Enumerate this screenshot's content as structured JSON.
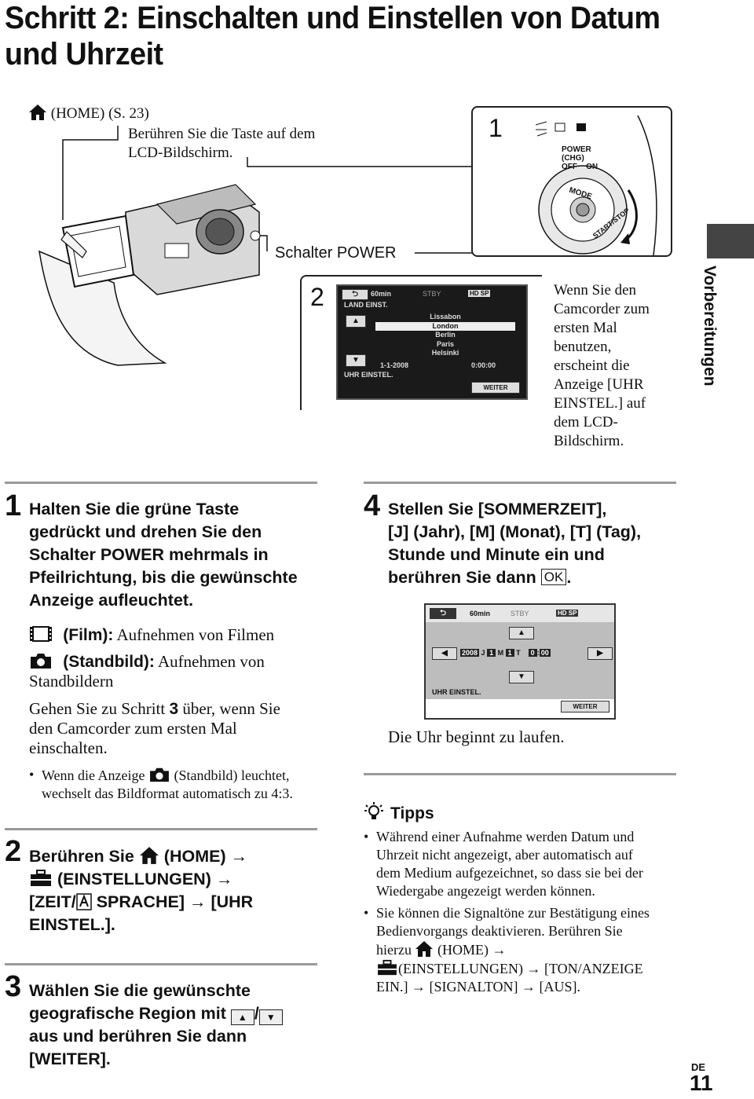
{
  "page": {
    "title_line1": "Schritt 2: Einschalten und Einstellen von Datum",
    "title_line2": "und Uhrzeit",
    "side_tab": "Vorbereitungen",
    "footer_lang": "DE",
    "footer_page": "11"
  },
  "illustration": {
    "home_ref": "(HOME) (S. 23)",
    "touch_hint_line1": "Berühren Sie die Taste auf dem",
    "touch_hint_line2": "LCD-Bildschirm.",
    "callout1_number": "1",
    "power_label": "POWER",
    "chg_label": "(CHG)",
    "off_label": "OFF",
    "on_label": "ON",
    "mode_label": "MODE",
    "start_stop_label": "START/STOP",
    "switch_caption": "Schalter POWER",
    "callout2_number": "2",
    "lcd1": {
      "time_remaining": "60min",
      "status": "STBY",
      "quality_badge": "HD SP",
      "header": "LAND EINST.",
      "cities": [
        "Lissabon",
        "London",
        "Berlin",
        "Paris",
        "Helsinki"
      ],
      "date": "1-1-2008",
      "time": "0:00:00",
      "footer_label": "UHR EINSTEL.",
      "next_button": "WEITER"
    },
    "first_use_text": [
      "Wenn Sie den",
      "Camcorder zum",
      "ersten Mal",
      "benutzen,",
      "erscheint die",
      "Anzeige [UHR",
      "EINSTEL.] auf",
      "dem LCD-",
      "Bildschirm."
    ]
  },
  "steps": {
    "step1": {
      "number": "1",
      "lines": [
        "Halten Sie die grüne Taste",
        "gedrückt und drehen Sie den",
        "Schalter POWER mehrmals in",
        "Pfeilrichtung, bis die gewünschte",
        "Anzeige aufleuchtet."
      ],
      "film_label": "(Film):",
      "film_desc": "Aufnehmen von Filmen",
      "photo_label": "(Standbild):",
      "photo_desc": "Aufnehmen von",
      "photo_desc2": "Standbildern",
      "goto_pre": "Gehen Sie zu Schritt ",
      "goto_num": "3",
      "goto_post": " über, wenn Sie",
      "goto_line2": "den Camcorder zum ersten Mal",
      "goto_line3": "einschalten.",
      "bullet_pre": "Wenn die Anzeige",
      "bullet_post": "(Standbild) leuchtet,",
      "bullet_line2": "wechselt das Bildformat automatisch zu 4:3."
    },
    "step2": {
      "number": "2",
      "l1_pre": "Berühren Sie",
      "l1_post": "(HOME)",
      "l2": "(EINSTELLUNGEN)",
      "l3_pre": "[ZEIT/",
      "l3_post": " SPRACHE]",
      "l3_tail": "[UHR",
      "l4": "EINSTEL.]."
    },
    "step3": {
      "number": "3",
      "lines": [
        "Wählen Sie die gewünschte",
        "geografische Region mit",
        "aus und berühren Sie dann",
        "[WEITER]."
      ],
      "slash": "/"
    },
    "step4": {
      "number": "4",
      "lines": [
        "Stellen Sie [SOMMERZEIT],",
        "[J] (Jahr), [M] (Monat), [T] (Tag),",
        "Stunde und Minute ein und"
      ],
      "l4_pre": "berühren Sie dann",
      "ok": "OK",
      "l4_post": "."
    }
  },
  "lcd2": {
    "time_remaining": "60min",
    "status": "STBY",
    "quality_badge": "HD SP",
    "year": "2008",
    "j": "J",
    "month": "1",
    "m": "M",
    "day": "1",
    "t": "T",
    "hour": "0",
    "minute": "00",
    "footer_label": "UHR EINSTEL.",
    "next_button": "WEITER"
  },
  "clock_starts": "Die Uhr beginnt zu laufen.",
  "tips": {
    "heading": "Tipps",
    "tip1": [
      "Während einer Aufnahme werden Datum und",
      "Uhrzeit nicht angezeigt, aber automatisch auf",
      "dem Medium aufgezeichnet, so dass sie bei der",
      "Wiedergabe angezeigt werden können."
    ],
    "tip2_lines": [
      "Sie können die Signaltöne zur Bestätigung eines",
      "Bedienvorgangs deaktivieren. Berühren Sie"
    ],
    "tip2_hierzu": "hierzu",
    "tip2_home": "(HOME)",
    "tip2_einst": "(EINSTELLUNGEN)",
    "tip2_ton": "[TON/ANZEIGE",
    "tip2_ein": "EIN.]",
    "tip2_signal": "[SIGNALTON]",
    "tip2_aus": "[AUS]."
  },
  "arrow_glyph": "→"
}
